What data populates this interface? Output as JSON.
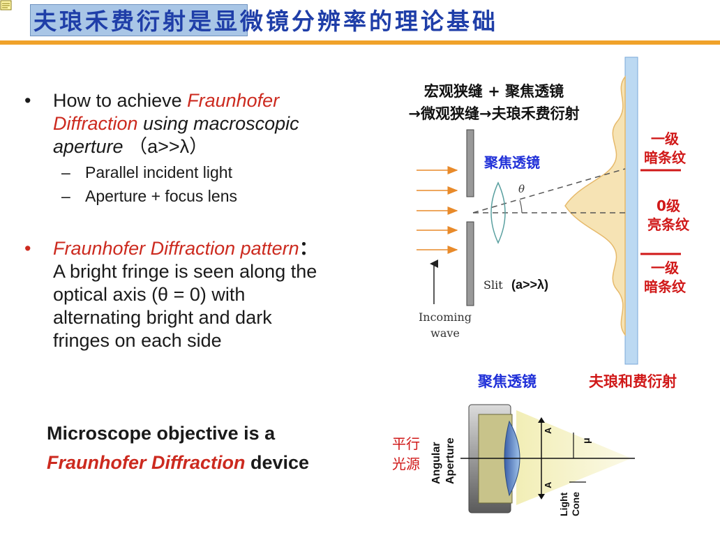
{
  "title": {
    "highlight": "夫琅禾费衍射",
    "rest": "是显微镜分辨率的理论基础"
  },
  "bullets": {
    "b1_prefix": "How to achieve ",
    "b1_red1": "Fraunhofer",
    "b1_red2": "Diffraction",
    "b1_line2_rest": " using macroscopic",
    "b1_line3": "aperture",
    "b1_line3_paren": "（a>>λ）",
    "sub1": "Parallel incident light",
    "sub2": "Aperture + focus lens",
    "b2_red": "Fraunhofer Diffraction pattern",
    "b2_colon": "：",
    "b2_l1": "A bright fringe is seen along the",
    "b2_l2": "optical axis (θ = 0) with",
    "b2_l3": "alternating bright and dark",
    "b2_l4": "fringes on each side",
    "dash": "–",
    "bullet": "•"
  },
  "bottom_text": {
    "line1": "Microscope objective is a",
    "line2_red": "Fraunhofer Diffraction",
    "line2_rest": " device"
  },
  "diagram": {
    "caption_line1": "宏观狭缝 + 聚焦透镜",
    "caption_line2": "→微观狭缝→夫琅禾费衍射",
    "lens_label": "聚焦透镜",
    "theta": "θ",
    "slit_label": "Slit",
    "slit_cond": "(a>>λ)",
    "incoming1": "Incoming",
    "incoming2": "wave",
    "first_dark_top_1": "一级",
    "first_dark_top_2": "暗条纹",
    "zero_1": "0级",
    "zero_2": "亮条纹",
    "first_dark_bot_1": "一级",
    "first_dark_bot_2": "暗条纹",
    "bottom_left_label": "聚焦透镜",
    "bottom_right_label": "夫琅和费衍射",
    "colors": {
      "blue": "#1f2fd8",
      "red": "#d01818",
      "screen": "#bcd9f2",
      "fringe": "#f6e3b4",
      "arrow": "#e88a2a"
    }
  },
  "objective": {
    "source_1": "平行",
    "source_2": "光源",
    "angular": "Angular",
    "aperture": "Aperture",
    "a_top": "A",
    "a_bottom": "A",
    "mu": "μ",
    "light": "Light",
    "cone": "Cone"
  }
}
